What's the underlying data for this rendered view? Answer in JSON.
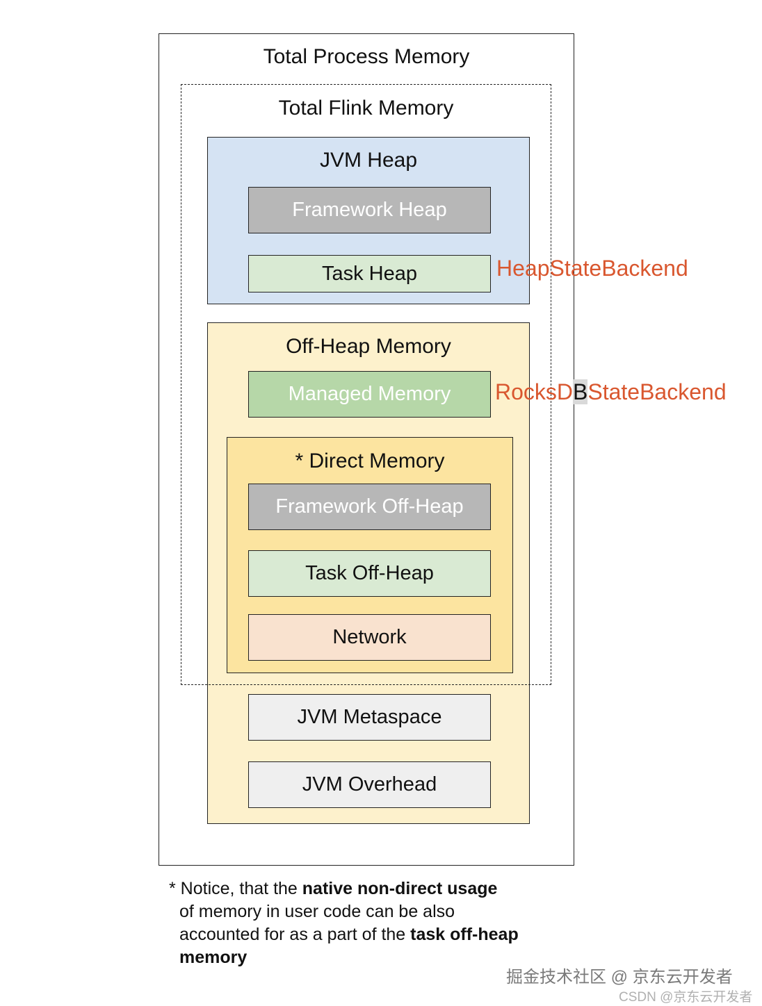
{
  "diagram": {
    "total_process_memory": "Total Process Memory",
    "total_flink_memory": "Total Flink Memory",
    "jvm_heap": {
      "title": "JVM Heap",
      "framework_heap": "Framework Heap",
      "task_heap": "Task Heap"
    },
    "off_heap": {
      "title": "Off-Heap Memory",
      "managed_memory": "Managed Memory",
      "direct_memory": {
        "title": "* Direct Memory",
        "framework_off_heap": "Framework Off-Heap",
        "task_off_heap": "Task Off-Heap",
        "network": "Network"
      }
    },
    "jvm_metaspace": "JVM Metaspace",
    "jvm_overhead": "JVM Overhead",
    "labels": {
      "heap_state_backend": "HeapStateBackend",
      "rocksdb_before": "RocksD",
      "rocksdb_highlight": "B",
      "rocksdb_after": "StateBackend"
    },
    "colors": {
      "jvm_heap_fill": "#d5e3f3",
      "off_heap_fill": "#fdf1cc",
      "direct_memory_fill": "#fce4a0",
      "framework_fill": "#b7b7b7",
      "task_fill": "#d9ead3",
      "managed_fill": "#b6d7a8",
      "network_fill": "#f9e2cf",
      "jvm_other_fill": "#efefef",
      "label_color": "#d9572f"
    }
  },
  "footnote": {
    "line1_pre": "* Notice, that the ",
    "line1_bold": "native non-direct usage",
    "line2": "of memory in user code can be also",
    "line3_pre": "accounted for as a part of the ",
    "line3_bold": "task off-heap",
    "line4_bold": "memory"
  },
  "watermark": {
    "main": "掘金技术社区 @ 京东云开发者",
    "sub": "CSDN @京东云开发者"
  }
}
